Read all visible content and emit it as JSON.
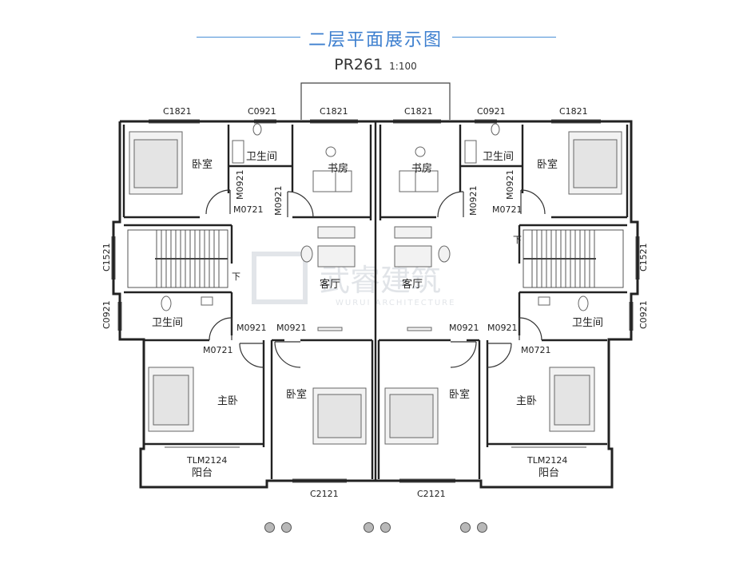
{
  "header": {
    "title": "二层平面展示图",
    "plan_code": "PR261",
    "scale": "1:100",
    "accent_color": "#3d7fcf"
  },
  "windows": {
    "c1821_a": "C1821",
    "c0921_a": "C0921",
    "c1821_b": "C1821",
    "c1821_c": "C1821",
    "c0921_b": "C0921",
    "c1821_d": "C1821",
    "c1521_left": "C1521",
    "c1521_right": "C1521",
    "c0921_left": "C0921",
    "c0921_right": "C0921",
    "c2121_left": "C2121",
    "c2121_right": "C2121",
    "tlm_left": "TLM2124",
    "tlm_right": "TLM2124"
  },
  "doors": {
    "m0721_a": "M0721",
    "m0921_a": "M0921",
    "m0921_b": "M0921",
    "m0721_b": "M0721",
    "m0721_c": "M0721",
    "m0921_c": "M0921",
    "m0921_d": "M0921",
    "m0921_e": "M0921",
    "m0921_f": "M0921",
    "m0721_d": "M0721"
  },
  "rooms": {
    "bedroom": "卧室",
    "bathroom": "卫生间",
    "study": "书房",
    "living": "客厅",
    "master": "主卧",
    "balcony": "阳台",
    "stair_down": "下"
  },
  "watermark": {
    "brand": "武睿建筑",
    "sub": "WURUI ARCHITECTURE"
  },
  "pager": {
    "dot_count": 6
  }
}
